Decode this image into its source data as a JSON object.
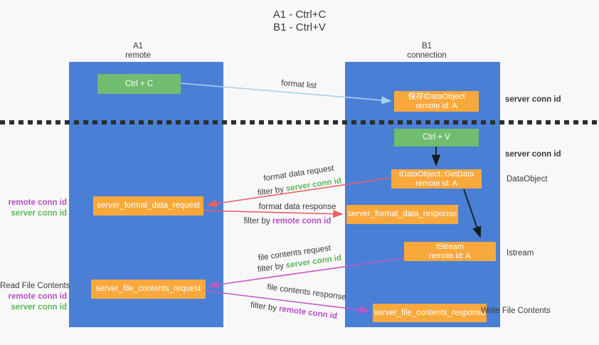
{
  "title": {
    "line1": "A1 - Ctrl+C",
    "line2": "B1 - Ctrl+V"
  },
  "lifelines": {
    "left": {
      "name": "A1",
      "role": "remote"
    },
    "right": {
      "name": "B1",
      "role": "connection"
    }
  },
  "nodes": {
    "ctrl_c": {
      "label": "Ctrl + C"
    },
    "save_idataobject": {
      "line1": "保存IDataObject",
      "line2": "remote id: A"
    },
    "ctrl_v": {
      "label": "Ctrl + V"
    },
    "idataobject_getdata": {
      "line1": "IDataObject::GetData",
      "line2": "remote id: A"
    },
    "server_format_data_request": {
      "label": "server_format_data_request"
    },
    "server_format_data_response": {
      "label": "server_format_data_response"
    },
    "istream": {
      "line1": "IStream",
      "line2": "remote id: A"
    },
    "server_file_contents_request": {
      "label": "server_file_contents_request"
    },
    "server_file_contents_response": {
      "label": "server_file_contents_response"
    }
  },
  "arrow_labels": {
    "format_list": "format list",
    "format_data_request": "format data request",
    "format_data_response": "format data response",
    "file_contents_request": "file contents request",
    "file_contents_response": "file contents response",
    "filter_by": "filter by",
    "server_conn_id": "server conn id",
    "remote_conn_id": "remote conn id"
  },
  "side_labels": {
    "right_server_conn_id_top": "server conn id",
    "right_server_conn_id_mid": "server conn id",
    "right_dataobject": "DataObject",
    "right_istream": "Istream",
    "right_write_file_contents": "Write File Contents",
    "left_remote_conn_id_top": "remote conn id",
    "left_server_conn_id_top": "server conn id",
    "left_read_file_contents": "Read File Contents",
    "left_remote_conn_id_bottom": "remote conn id",
    "left_server_conn_id_bottom": "server conn id"
  },
  "colors": {
    "lifeline_blue": "#4a7fd6",
    "node_green": "#70bd6f",
    "node_orange": "#f9a83c",
    "arrow_red": "#e86160",
    "arrow_magenta": "#c355c3",
    "arrow_lightblue": "#a8d2ee",
    "arrow_black": "#1a1a1a",
    "label_green": "#5cb85c",
    "label_purple": "#b44ec6",
    "text_dark": "#3a3a3a",
    "background": "#f8f8f8"
  }
}
